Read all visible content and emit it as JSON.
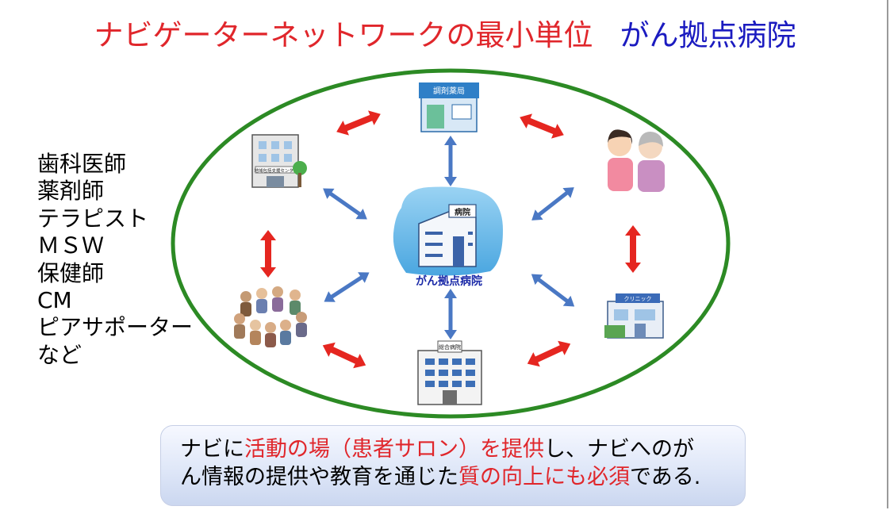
{
  "title": {
    "main": "ナビゲーターネットワークの最小単位",
    "sub": "がん拠点病院"
  },
  "roles": [
    "歯科医師",
    "薬剤師",
    "テラピスト",
    "ＭＳＷ",
    "保健師",
    "CM",
    "ピアサポーター",
    "など"
  ],
  "nodes": {
    "center": "がん拠点病院",
    "center_sign": "病院",
    "pharmacy_sign": "調剤薬局",
    "support_center_sign": "地域包括支援センター",
    "general_hospital_sign": "総合病院",
    "clinic_sign": "クリニック"
  },
  "caption": {
    "l1_a": "ナビに",
    "l1_b": "活動の場（患者サロン）を提供",
    "l1_c": "し、ナビへのが",
    "l2_a": "ん情報の提供や教育を通じた",
    "l2_b": "質の向上にも必須",
    "l2_c": "である."
  },
  "colors": {
    "title_red": "#e0262b",
    "title_blue": "#1b1bc0",
    "ellipse_green": "#2c8a24",
    "arrow_blue": "#4a78c4",
    "arrow_red": "#e52620"
  }
}
